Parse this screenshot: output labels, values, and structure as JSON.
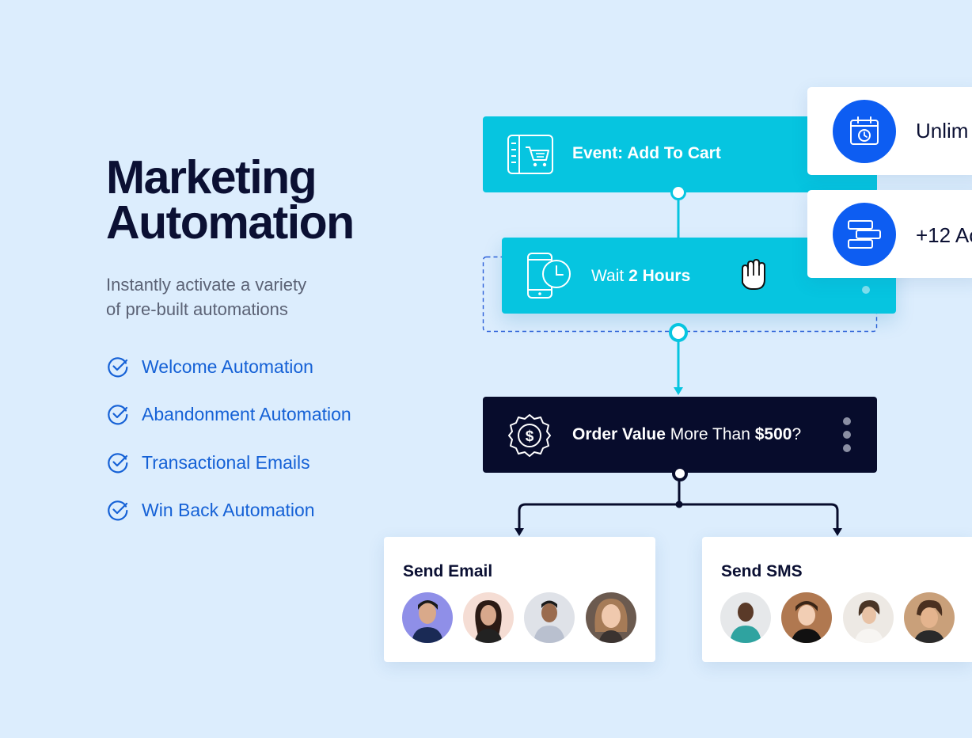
{
  "hero": {
    "title_line1": "Marketing",
    "title_line2": "Automation",
    "subtitle_line1": "Instantly activate a variety",
    "subtitle_line2": "of pre-built automations"
  },
  "features": [
    {
      "label": "Welcome Automation",
      "icon": "check-circle-icon"
    },
    {
      "label": "Abandonment Automation",
      "icon": "check-circle-icon"
    },
    {
      "label": "Transactional Emails",
      "icon": "check-circle-icon"
    },
    {
      "label": "Win Back Automation",
      "icon": "check-circle-icon"
    }
  ],
  "flow": {
    "event_node": {
      "label": "Event: Add To Cart",
      "icon": "cart-register-icon"
    },
    "wait_node": {
      "prefix": "Wait ",
      "value": "2 Hours",
      "icon": "phone-clock-icon",
      "cursor": "grab-hand-icon"
    },
    "condition_node": {
      "bold1": "Order Value",
      "text": " More Than ",
      "bold2": "$500",
      "suffix": "?",
      "icon": "dollar-badge-icon",
      "menu_icon": "vertical-dots-icon"
    },
    "send_email": {
      "title": "Send Email",
      "avatar_count": 4
    },
    "send_sms": {
      "title": "Send SMS",
      "avatar_count": 4
    }
  },
  "side_cards": [
    {
      "label": "Unlim",
      "icon": "calendar-clock-icon"
    },
    {
      "label": "+12 Ac",
      "icon": "stacked-blocks-icon"
    }
  ],
  "colors": {
    "background": "#dcedfd",
    "node_cyan": "#06c5e0",
    "node_dark": "#070c2c",
    "accent_blue": "#0d5df2",
    "feature_blue": "#1561d6"
  }
}
